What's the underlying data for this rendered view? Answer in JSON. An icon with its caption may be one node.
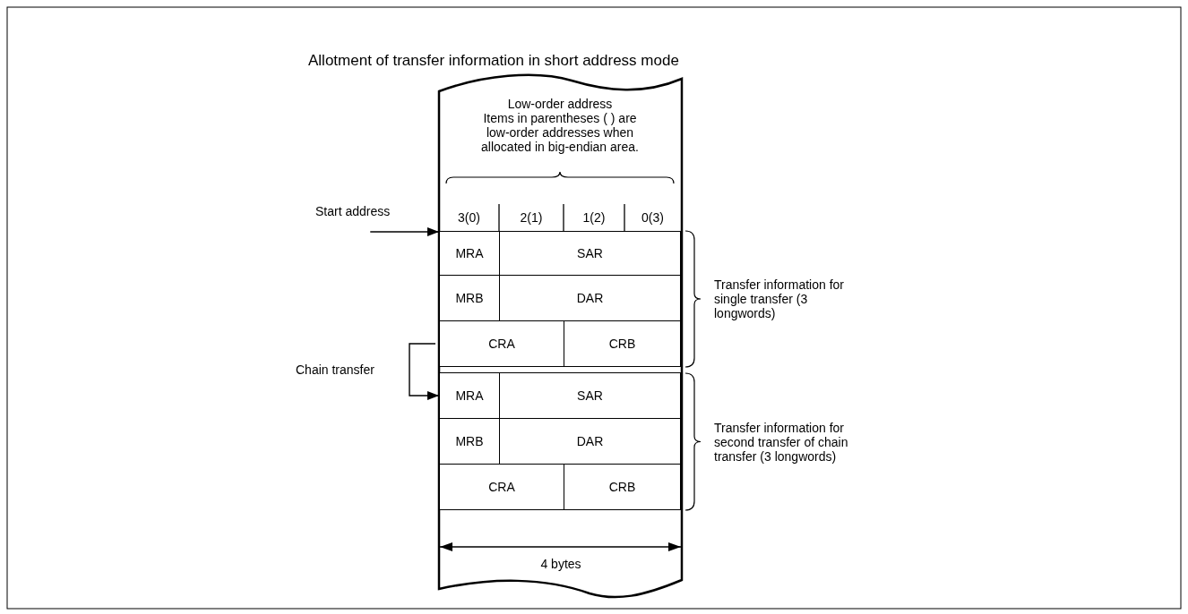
{
  "diagram": {
    "title": "Allotment of transfer information in short address mode",
    "nodes": [
      {
        "text": [],
        "shape": "box"
      },
      {
        "text": [
          "Start address"
        ]
      },
      {
        "text": [
          "MRA"
        ],
        "in": 0
      },
      {
        "text": [
          "SAR"
        ],
        "in": 0
      },
      {
        "text": [
          "MRB"
        ],
        "in": 0
      },
      {
        "text": [
          "DAR"
        ],
        "in": 0
      },
      {
        "text": [
          "CRA"
        ],
        "in": 0
      },
      {
        "text": [
          "CRB"
        ],
        "in": 0
      },
      {
        "text": [
          "MRA"
        ],
        "in": 0
      },
      {
        "text": [
          "SAR"
        ],
        "in": 0
      },
      {
        "text": [
          "MRB"
        ],
        "in": 0
      },
      {
        "text": [
          "DAR"
        ],
        "in": 0
      },
      {
        "text": [
          "CRA"
        ],
        "in": 0
      },
      {
        "text": [
          "CRB"
        ],
        "in": 0
      }
    ],
    "edges": [
      {
        "from": 1,
        "to": 2,
        "arrow": "to"
      },
      {
        "from": 6,
        "to": 8,
        "arrow": "to",
        "label": "Chain transfer"
      }
    ],
    "labels": [
      "Low-order address",
      "Items in parentheses ( ) are low-order addresses when allocated in big-endian area.",
      "3(0)",
      "2(1)",
      "1(2)",
      "0(3)",
      "Transfer information for single transfer (3 longwords)",
      "Transfer information for second transfer of chain transfer (3 longwords)",
      "4 bytes"
    ]
  }
}
